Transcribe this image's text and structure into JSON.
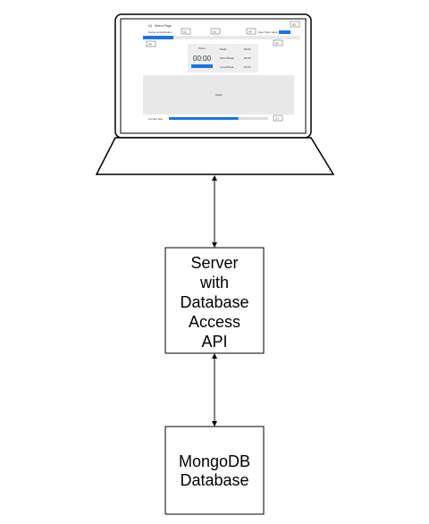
{
  "laptop_screen": {
    "title": "Select Page",
    "title_number": "(1)",
    "section_label": "Name of Application",
    "user_label": "User",
    "user_name": "User name",
    "callouts": [
      "(2)",
      "(3)",
      "(4)",
      "(5)",
      "(6)",
      "(7)",
      "(8)"
    ],
    "timer": {
      "header": "Pomo",
      "value": "00:00",
      "rows": [
        {
          "label": "Study",
          "value": "00:00"
        },
        {
          "label": "Short Break",
          "value": "00:00"
        },
        {
          "label": "Long Break",
          "value": "00:00"
        }
      ]
    },
    "main_area_label": "Stage",
    "progress_label": "Current Day",
    "progress_fraction": 0.7
  },
  "server_box": {
    "lines": [
      "Server",
      "with",
      "Database",
      "Access",
      "API"
    ]
  },
  "database_box": {
    "lines": [
      "MongoDB",
      "Database"
    ]
  },
  "colors": {
    "accent": "#1a73e8",
    "panel": "#eeeeee",
    "stroke": "#000000"
  }
}
